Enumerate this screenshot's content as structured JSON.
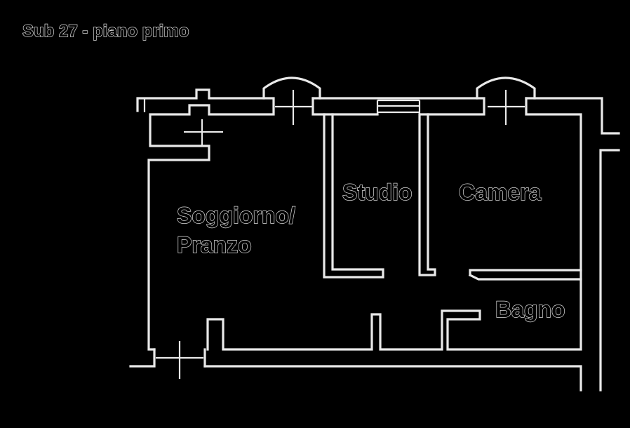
{
  "title": "Sub 27 - piano primo",
  "rooms": {
    "living_line1": "Soggiorno/",
    "living_line2": "Pranzo",
    "studio": "Studio",
    "camera": "Camera",
    "bagno": "Bagno"
  }
}
